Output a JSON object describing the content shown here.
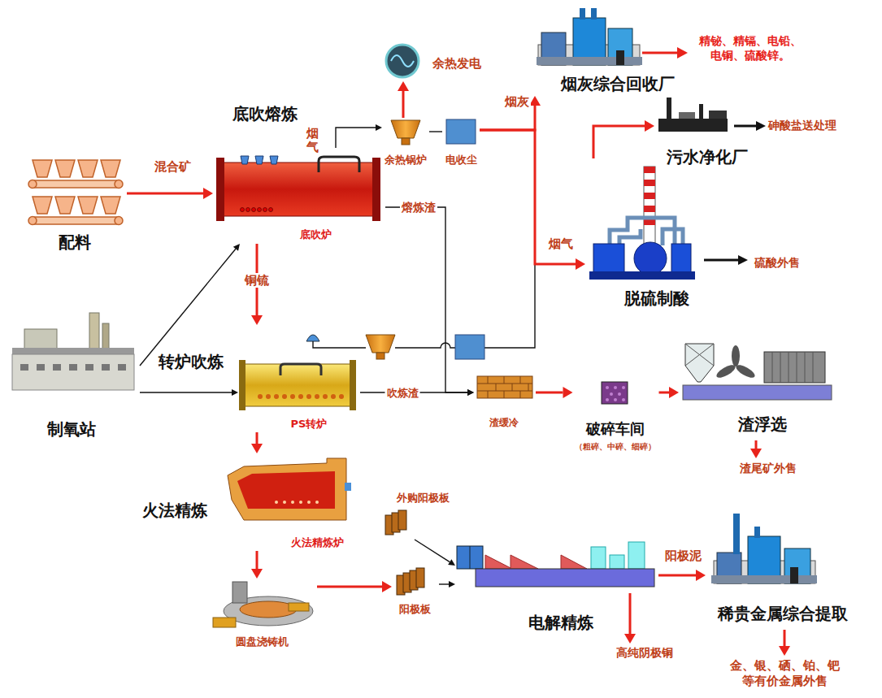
{
  "diagram": {
    "nodes": [
      {
        "text": [
          "配料"
        ]
      },
      {
        "text": [
          "底吹熔炼",
          "底吹炉"
        ]
      },
      {
        "text": [
          "余热锅炉"
        ]
      },
      {
        "text": [
          "电收尘"
        ]
      },
      {
        "text": [
          "余热发电"
        ]
      },
      {
        "text": [
          "烟灰综合回收厂"
        ]
      },
      {
        "text": [
          "污水净化厂"
        ]
      },
      {
        "text": [
          "脱硫制酸"
        ]
      },
      {
        "text": [
          "制氧站"
        ]
      },
      {
        "text": [
          "转炉吹炼",
          "PS转炉"
        ]
      },
      {
        "text": [
          "渣缓冷"
        ]
      },
      {
        "text": [
          "破碎车间",
          "（粗碎、中碎、细碎）"
        ]
      },
      {
        "text": [
          "渣浮选"
        ]
      },
      {
        "text": [
          "火法精炼",
          "火法精炼炉"
        ]
      },
      {
        "text": [
          "圆盘浇铸机"
        ]
      },
      {
        "text": [
          "外购阳极板"
        ]
      },
      {
        "text": [
          "阳极板"
        ]
      },
      {
        "text": [
          "电解精炼"
        ]
      },
      {
        "text": [
          "稀贵金属综合提取"
        ]
      }
    ],
    "edges": [
      {
        "from": 0,
        "to": 1,
        "arrow": "to",
        "label": "混合矿"
      },
      {
        "from": 1,
        "to": 2,
        "arrow": "to",
        "label": "烟气"
      },
      {
        "from": 2,
        "to": 4,
        "arrow": "to"
      },
      {
        "from": 2,
        "to": 3,
        "arrow": "none"
      },
      {
        "from": 3,
        "to": 5,
        "arrow": "to",
        "label": "烟灰"
      },
      {
        "from": 3,
        "to": 7,
        "arrow": "to",
        "label": "烟气"
      },
      {
        "from": 7,
        "to": 6,
        "arrow": "to"
      },
      {
        "from": 8,
        "to": 1,
        "arrow": "to"
      },
      {
        "from": 8,
        "to": 9,
        "arrow": "to"
      },
      {
        "from": 1,
        "to": 9,
        "arrow": "to",
        "label": "铜锍"
      },
      {
        "from": 1,
        "to": 10,
        "arrow": "to",
        "label": "熔炼渣"
      },
      {
        "from": 9,
        "to": 10,
        "arrow": "to",
        "label": "吹炼渣"
      },
      {
        "from": 10,
        "to": 11,
        "arrow": "to"
      },
      {
        "from": 11,
        "to": 12,
        "arrow": "to"
      },
      {
        "from": 9,
        "to": 13,
        "arrow": "to"
      },
      {
        "from": 13,
        "to": 14,
        "arrow": "to"
      },
      {
        "from": 14,
        "to": 16,
        "arrow": "to"
      },
      {
        "from": 16,
        "to": 17,
        "arrow": "to"
      },
      {
        "from": 15,
        "to": 17,
        "arrow": "to"
      },
      {
        "from": 17,
        "to": 18,
        "arrow": "to",
        "label": "阳极泥"
      }
    ],
    "labels": [
      "精铋、精镉、电铅、 电铜、硫酸锌。",
      "砷酸盐送处理",
      "硫酸外售",
      "渣尾矿外售",
      "高纯阴极铜",
      "金、银、硒、铂、钯 等有价金属外售"
    ]
  }
}
